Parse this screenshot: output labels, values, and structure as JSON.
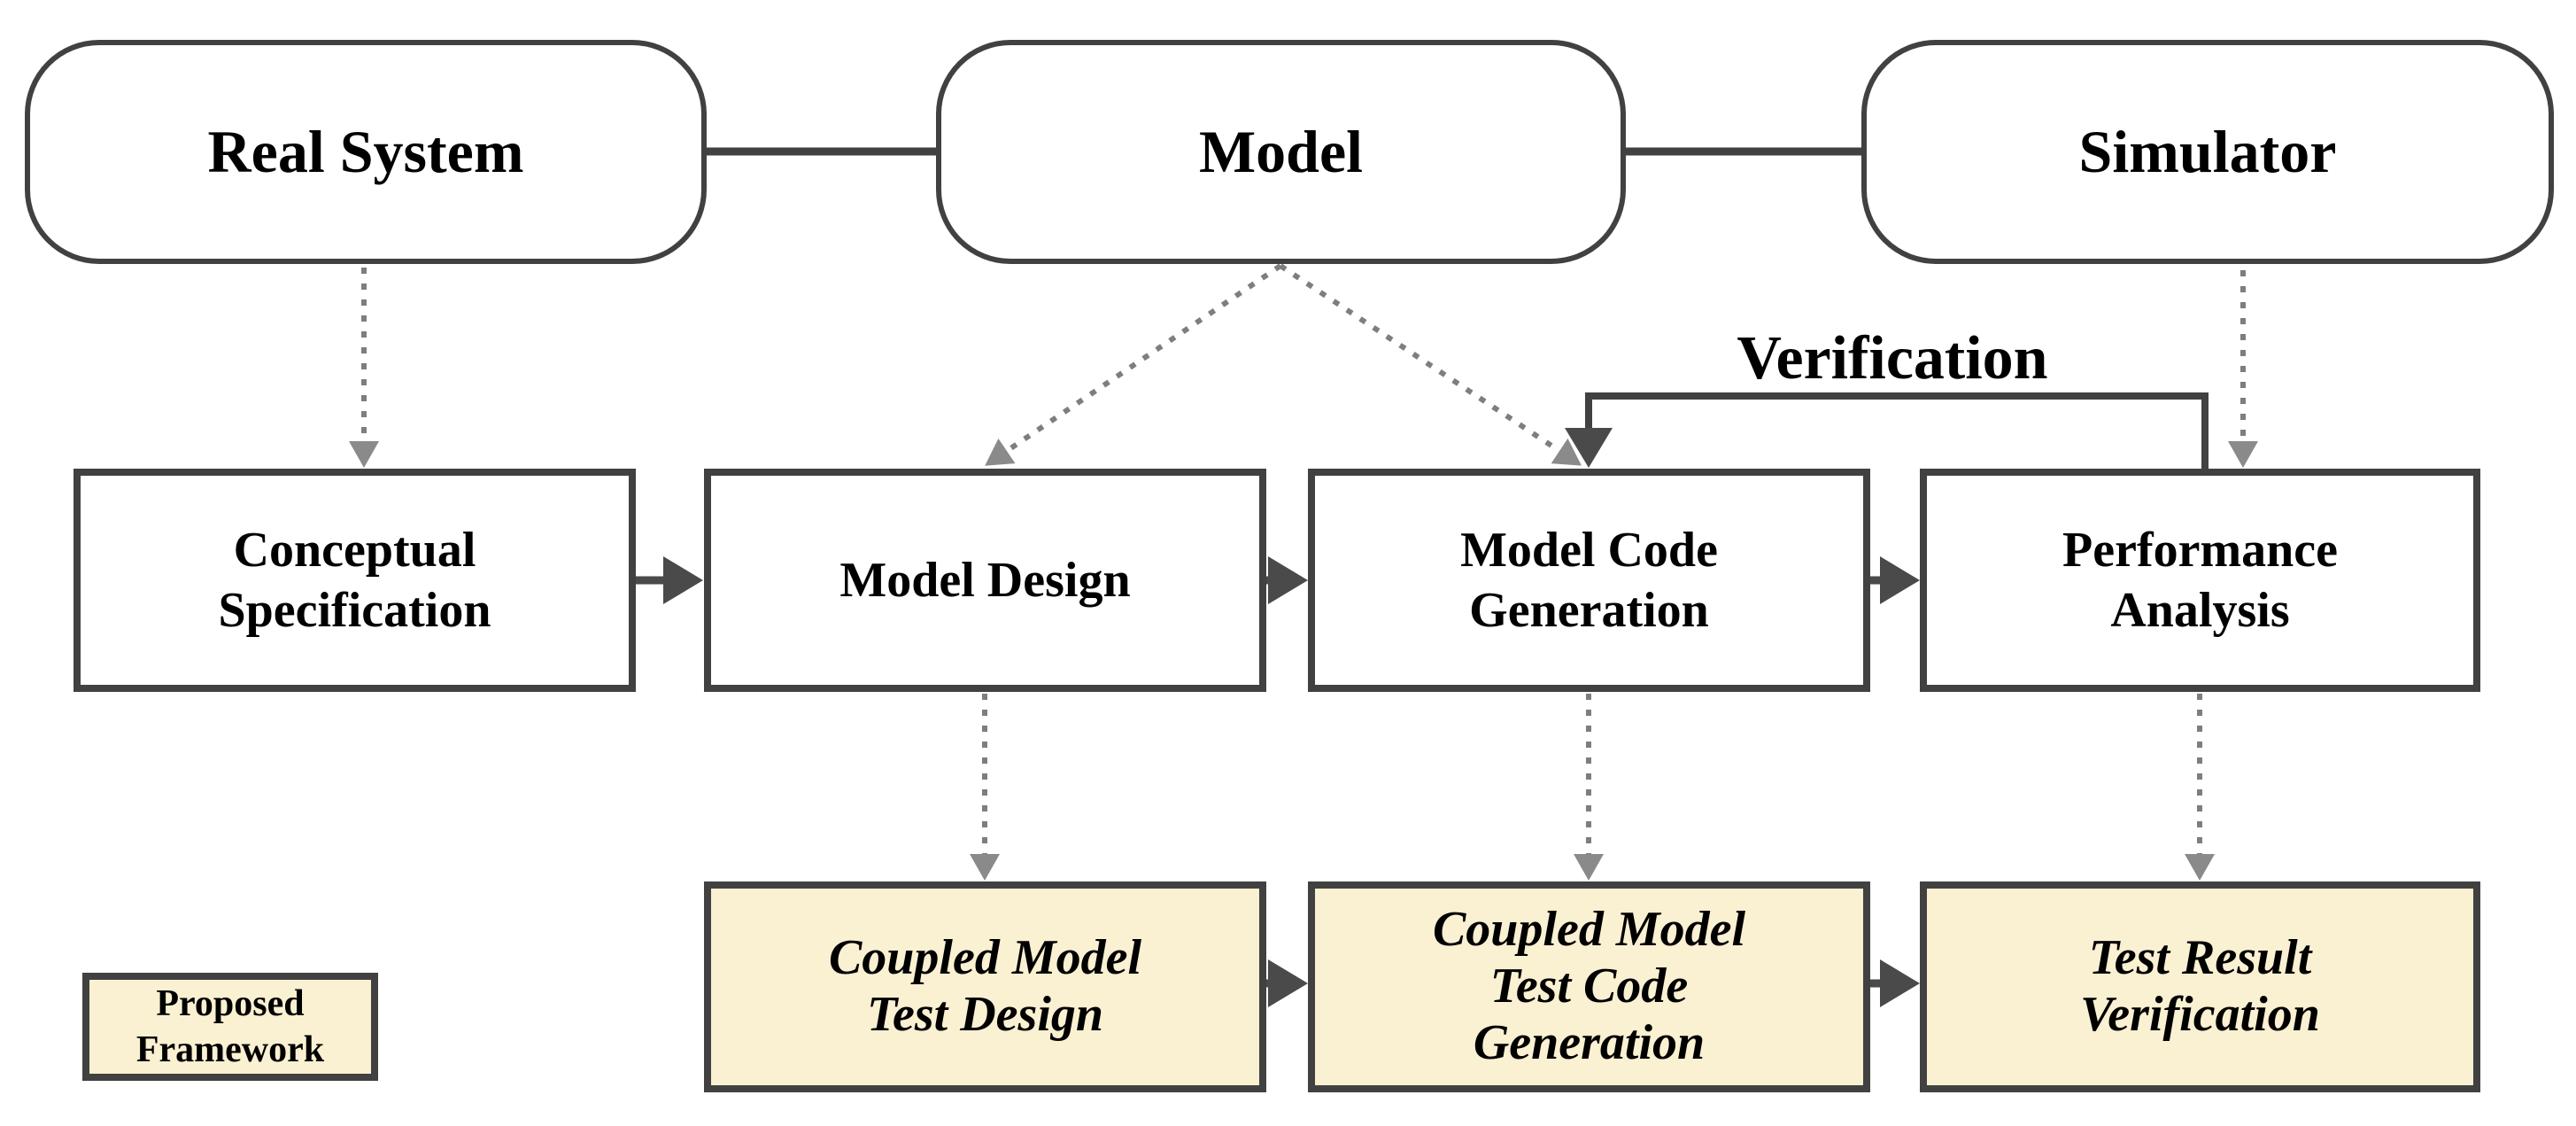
{
  "diagram": {
    "title_hint": "Modeling and simulation verification framework flow diagram",
    "colors": {
      "page_bg": "#ffffff",
      "border": "#414141",
      "box_fill": "#ffffff",
      "framework_fill": "#faf0d2",
      "arrow_solid": "#4a4a4a",
      "arrow_dotted": "#7e7e7e",
      "arrow_head_gray": "#8a8a8a",
      "text": "#000000"
    },
    "top_row": [
      {
        "label": "Real System"
      },
      {
        "label": "Model"
      },
      {
        "label": "Simulator"
      }
    ],
    "middle_row": [
      {
        "label": "Conceptual\nSpecification"
      },
      {
        "label": "Model Design"
      },
      {
        "label": "Model Code\nGeneration"
      },
      {
        "label": "Performance\nAnalysis"
      }
    ],
    "bottom_row": [
      {
        "label": "Coupled Model\nTest Design"
      },
      {
        "label": "Coupled Model\nTest Code\nGeneration"
      },
      {
        "label": "Test Result\nVerification"
      }
    ],
    "verification_label": "Verification",
    "legend": {
      "label": "Proposed\nFramework"
    },
    "connections": {
      "solid_links": [
        "Real System - Model",
        "Model - Simulator"
      ],
      "solid_arrows": [
        "Conceptual Specification -> Model Design",
        "Model Design -> Model Code Generation",
        "Model Code Generation -> Performance Analysis",
        "Coupled Model Test Design -> Coupled Model Test Code Generation",
        "Coupled Model Test Code Generation -> Test Result Verification",
        "Performance Analysis -> Model Code Generation (Verification feedback)"
      ],
      "dotted_arrows": [
        "Real System -> Conceptual Specification",
        "Model -> Model Design",
        "Model -> Model Code Generation",
        "Simulator -> Performance Analysis",
        "Model Design -> Coupled Model Test Design",
        "Model Code Generation -> Coupled Model Test Code Generation",
        "Performance Analysis -> Test Result Verification"
      ]
    }
  }
}
